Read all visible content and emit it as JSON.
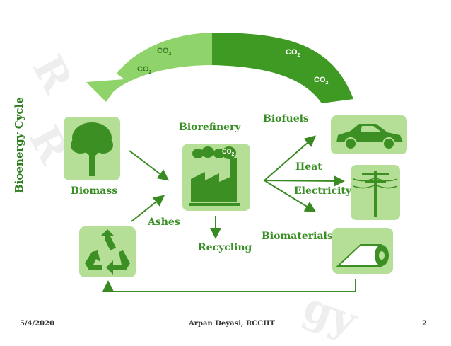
{
  "title": "Bioenergy Cycle",
  "co2_labels": [
    "CO",
    "CO",
    "CO",
    "CO"
  ],
  "co2_sub": "2",
  "factory_co2": "CO",
  "nodes": {
    "biomass": "Biomass",
    "biorefinery": "Biorefinery",
    "ashes": "Ashes",
    "recycling": "Recycling",
    "biofuels": "Biofuels",
    "heat": "Heat",
    "electricity": "Electricity",
    "biomaterials": "Biomaterials"
  },
  "footer": {
    "date": "5/4/2020",
    "author": "Arpan Deyasi, RCCIIT",
    "page": "2"
  },
  "colors": {
    "title": "#2e7d1e",
    "label": "#3a8f24",
    "box": "#b5df96",
    "icon": "#3c8f22",
    "arrow": "#3a8a23",
    "arc_light": "#8ed46a",
    "arc_dark": "#3f9a24"
  },
  "icons": [
    "tree-icon",
    "factory-icon",
    "recycle-icon",
    "car-icon",
    "power-pole-icon",
    "paper-roll-icon"
  ]
}
